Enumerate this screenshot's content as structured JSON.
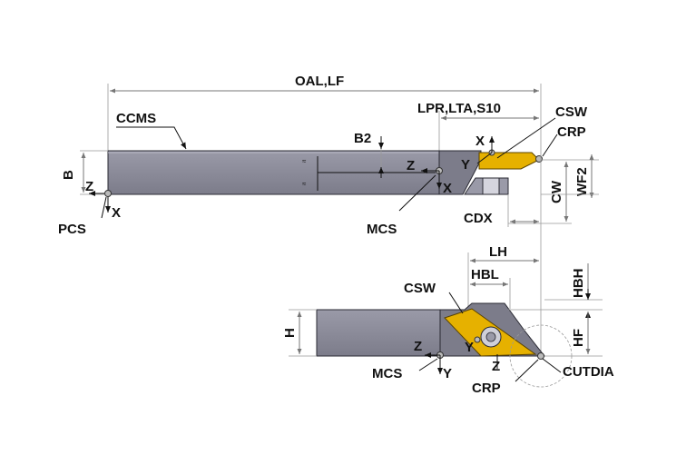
{
  "labels": {
    "oal_lf": "OAL,LF",
    "lpr_lta_s10": "LPR,LTA,S10",
    "ccms": "CCMS",
    "b2": "B2",
    "csw_top": "CSW",
    "crp_top": "CRP",
    "b": "B",
    "z_pcs": "Z",
    "x_pcs": "X",
    "pcs": "PCS",
    "z_mcs_top": "Z",
    "x_mcs_top": "X",
    "y_top": "Y",
    "x_top_insert": "X",
    "mcs_top": "MCS",
    "cdx": "CDX",
    "cw": "CW",
    "wf2": "WF2",
    "lh": "LH",
    "hbl": "HBL",
    "hbh": "HBH",
    "csw_bottom": "CSW",
    "h": "H",
    "hf": "HF",
    "z_mcs_bottom": "Z",
    "y_mcs_bottom": "Y",
    "mcs_bottom": "MCS",
    "y_insert_bottom": "Y",
    "z_insert_bottom": "Z",
    "cutdia": "CUTDIA",
    "crp_bottom": "CRP"
  },
  "colors": {
    "body": "#8c8c99",
    "body_shade": "#6f6f7c",
    "insert": "#e6b100",
    "dimension_line": "#777777"
  }
}
